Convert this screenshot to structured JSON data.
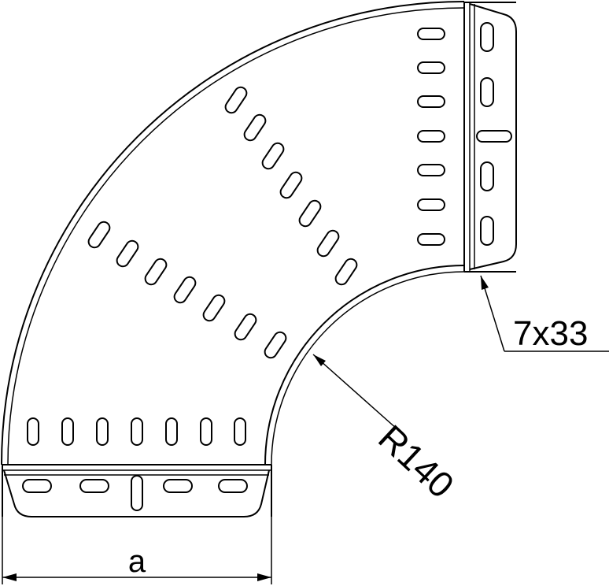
{
  "labels": {
    "slot_size": "7x33",
    "radius": "R140",
    "width": "a"
  },
  "colors": {
    "line": "#000000",
    "background": "#ffffff"
  }
}
